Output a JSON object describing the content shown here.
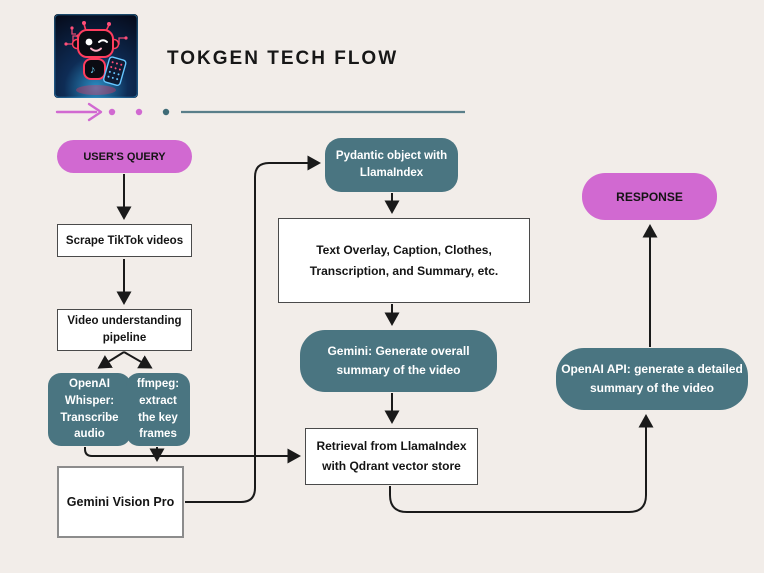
{
  "header": {
    "title": "TOKGEN TECH FLOW",
    "logo_icon": "winking-robot-tiktok-logo"
  },
  "divider": {
    "arrow_icon": "right-arrow",
    "dot_colors": [
      "#d169d1",
      "#d169d1",
      "#3f6b77"
    ],
    "line_color": "#5a7f8a"
  },
  "colors": {
    "background": "#f2ede9",
    "pink_node": "#d169d1",
    "teal_node": "#4a7581",
    "white_node": "#ffffff",
    "connector": "#1a1a1a"
  },
  "nodes": {
    "users_query": {
      "label": "USER'S QUERY"
    },
    "scrape": {
      "label": "Scrape TikTok videos"
    },
    "pipeline": {
      "label": "Video understanding\npipeline"
    },
    "whisper": {
      "label": "OpenAI\nWhisper:\nTranscribe\naudio"
    },
    "ffmpeg": {
      "label": "ffmpeg:\nextract\nthe key\nframes"
    },
    "gemini_vision": {
      "label": "Gemini Vision Pro"
    },
    "pydantic": {
      "label": "Pydantic object with\nLlamaIndex"
    },
    "text_overlay": {
      "label": "Text Overlay, Caption, Clothes,\nTranscription, and Summary, etc."
    },
    "gemini_summary": {
      "label": "Gemini: Generate overall\nsummary of the video"
    },
    "retrieval": {
      "label": "Retrieval from LlamaIndex\nwith Qdrant vector store"
    },
    "openai_api": {
      "label": "OpenAI API: generate a detailed\nsummary of the video"
    },
    "response": {
      "label": "RESPONSE"
    }
  }
}
